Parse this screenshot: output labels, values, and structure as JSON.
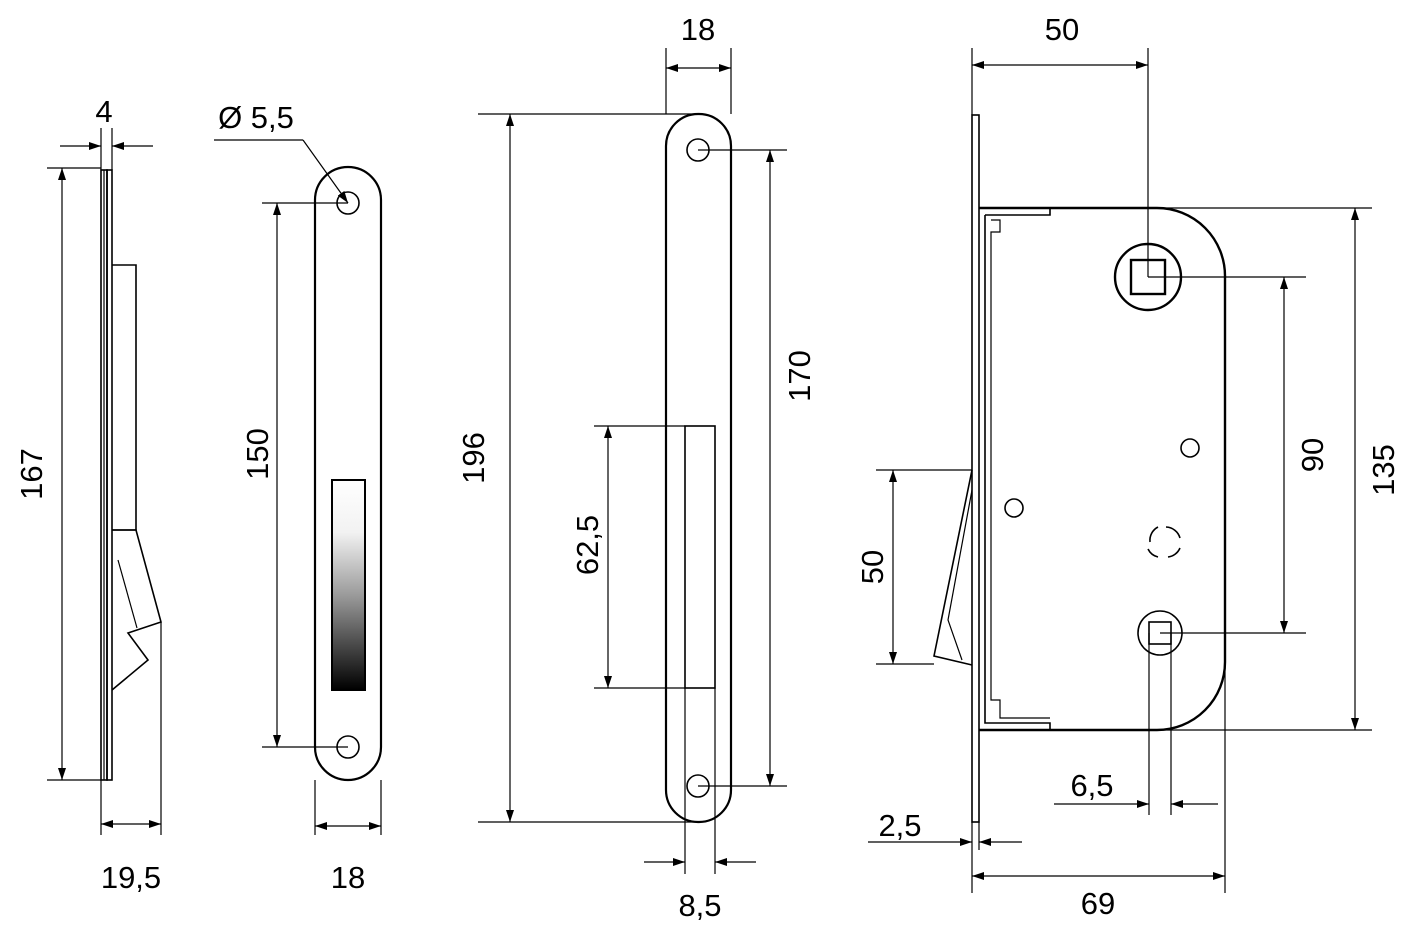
{
  "drawing": {
    "side_view": {
      "thickness": "4",
      "height": "167",
      "depth": "19,5"
    },
    "faceplate": {
      "hole_diameter": "Ø 5,5",
      "hole_spacing": "150",
      "width": "18"
    },
    "strike_plate": {
      "width": "18",
      "height": "196",
      "hole_spacing": "170",
      "slot_height": "62,5",
      "slot_offset": "8,5"
    },
    "lock_body": {
      "backset": "50",
      "height": "135",
      "spindle_spacing": "90",
      "latch_height": "50",
      "square": "6,5",
      "plate_thickness": "2,5",
      "depth": "69"
    }
  }
}
